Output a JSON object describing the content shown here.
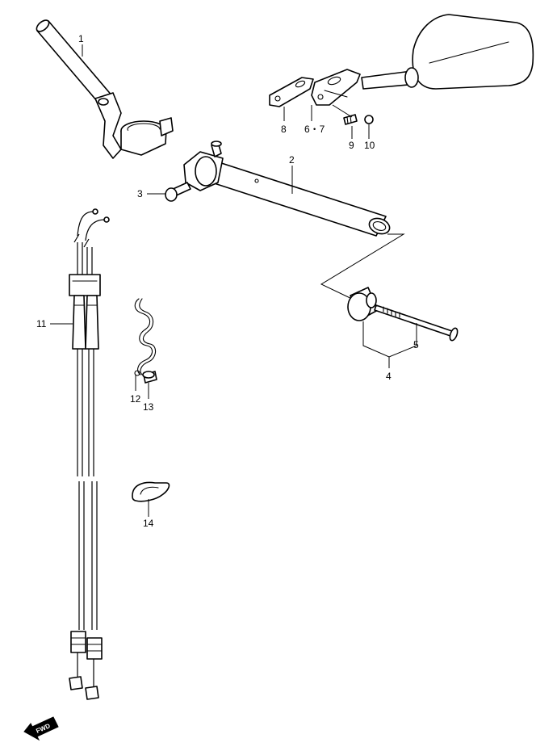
{
  "callouts": {
    "c1": "1",
    "c2": "2",
    "c3": "3",
    "c4": "4",
    "c5": "5",
    "c67": "6・7",
    "c8": "8",
    "c9": "9",
    "c10": "10",
    "c11": "11",
    "c12": "12",
    "c13": "13",
    "c14": "14"
  },
  "direction_badge": "FWD",
  "colors": {
    "line": "#000000",
    "background": "#ffffff"
  }
}
